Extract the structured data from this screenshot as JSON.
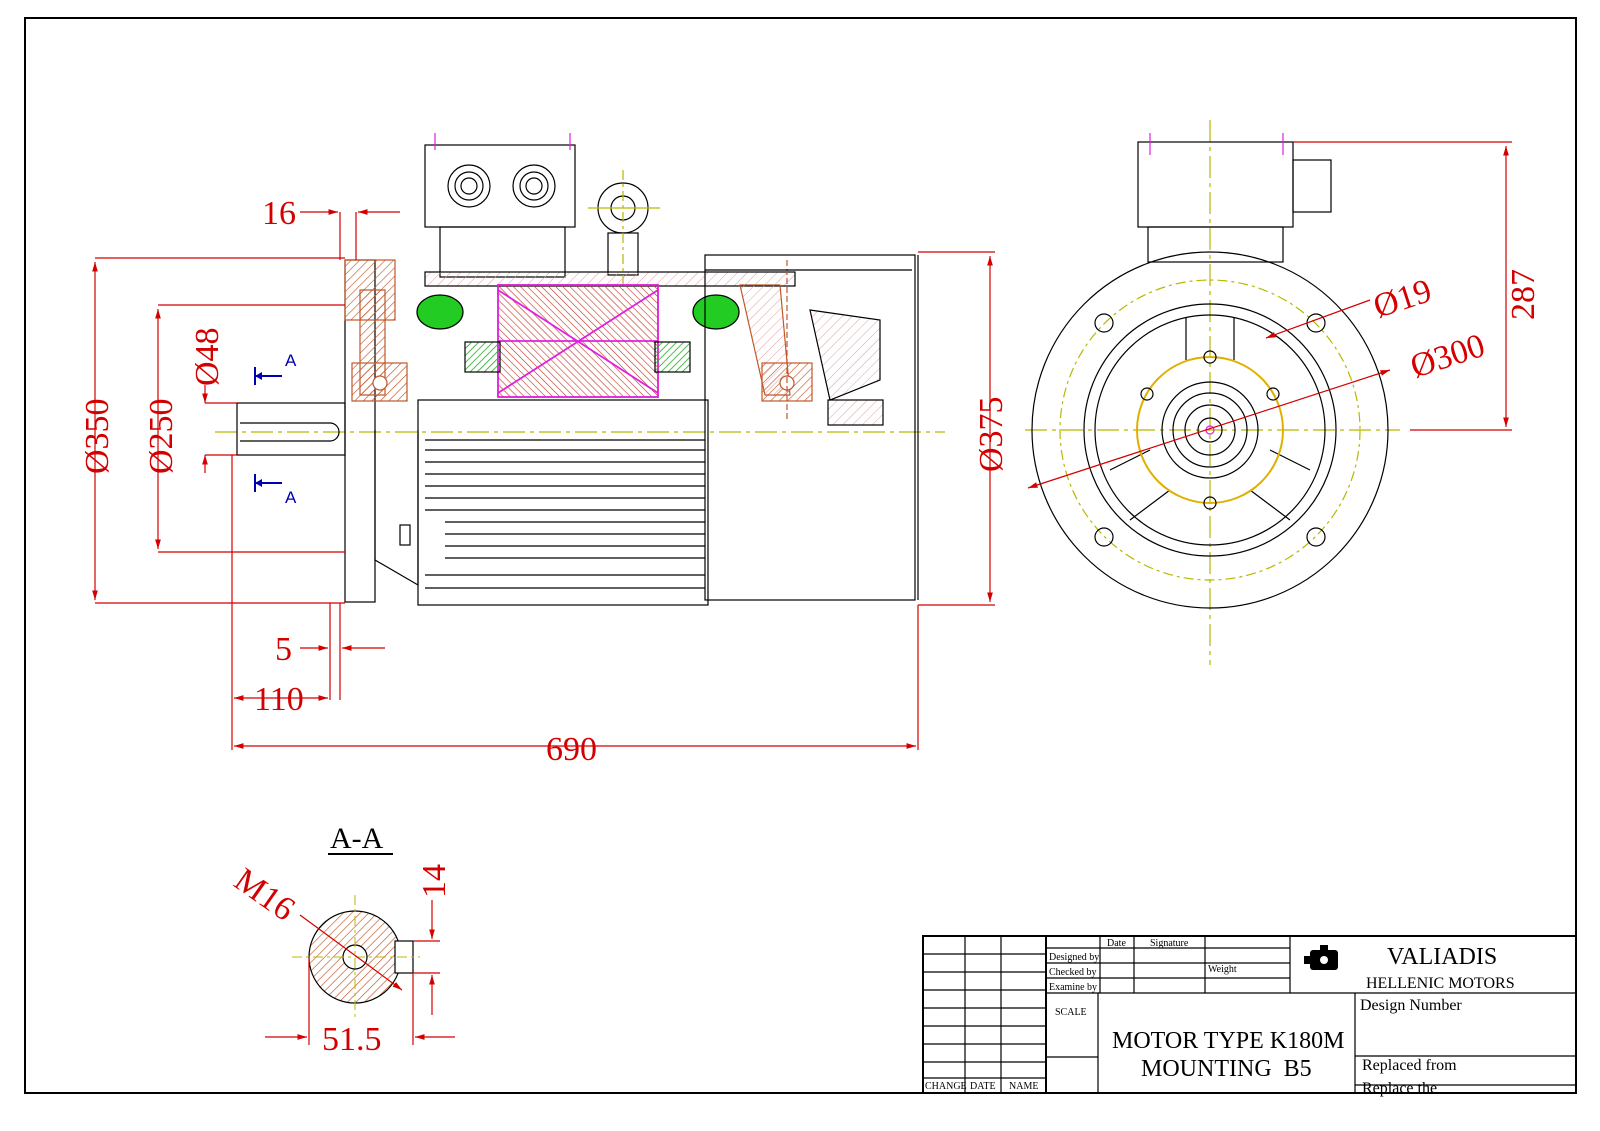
{
  "dimensions": {
    "d16": "16",
    "d48": "Ø48",
    "d350": "Ø350",
    "d250": "Ø250",
    "d375": "Ø375",
    "d5": "5",
    "d110": "110",
    "d690": "690",
    "d19": "Ø19",
    "d300": "Ø300",
    "d287": "287",
    "m16": "M16",
    "d14": "14",
    "d515": "51.5"
  },
  "section": {
    "title": "A-A",
    "marker_top": "A",
    "marker_bottom": "A"
  },
  "title_block": {
    "col_change": "CHANGE",
    "col_date": "DATE",
    "col_name": "NAME",
    "designed_by": "Designed by",
    "checked_by": "Checked by",
    "examine_by": "Examine by",
    "date": "Date",
    "signature": "Signature",
    "weight": "Weight",
    "scale": "SCALE",
    "company_line1": "VALIADIS",
    "company_line2": "HELLENIC MOTORS",
    "design_number": "Design Number",
    "title_line1": "MOTOR TYPE K180M",
    "title_line2": "MOUNTING  B5",
    "replaced_from": "Replaced from",
    "replace_the": "Replace the"
  },
  "colors": {
    "dimension": "#d40000",
    "outline": "#000000",
    "centerline": "#b8b800",
    "hatch": "#c0582a",
    "rotor_cross": "#e020e0",
    "winding": "#22cc22",
    "section_marker": "#0000b0"
  }
}
